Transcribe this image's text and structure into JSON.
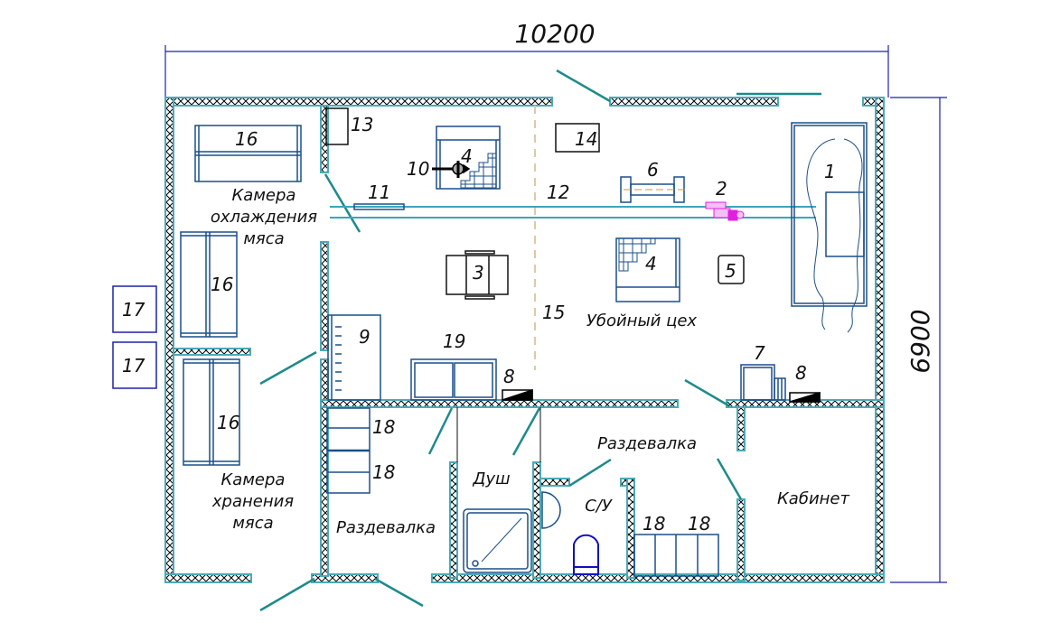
{
  "colors": {
    "wall": "#4aaab8",
    "hatch": "#000000",
    "equipment": "#1b4f8a",
    "door": "#1e8a8a",
    "dimension": "#1c22a8",
    "rail": "#3aa6b9",
    "magenta": "#e020e0",
    "divider": "#e0c8a8"
  },
  "dimensions": {
    "width": "10200",
    "height": "6900"
  },
  "rooms": {
    "cooling_chamber": [
      "Камера",
      "охлаждения",
      "мяса"
    ],
    "storage_chamber": [
      "Камера",
      "хранения",
      "мяса"
    ],
    "slaughter_shop": "Убойный цех",
    "changing_room_left": "Раздевалка",
    "changing_room_right": "Раздевалка",
    "shower": "Душ",
    "toilet": "С/У",
    "office": "Кабинет"
  },
  "equipment_labels": {
    "n1": "1",
    "n2": "2",
    "n3": "3",
    "n4a": "4",
    "n4b": "4",
    "n5": "5",
    "n6": "6",
    "n7": "7",
    "n8a": "8",
    "n8b": "8",
    "n9": "9",
    "n10": "10",
    "n11": "11",
    "n12": "12",
    "n13": "13",
    "n14": "14",
    "n15": "15",
    "n16a": "16",
    "n16b": "16",
    "n16c": "16",
    "n17a": "17",
    "n17b": "17",
    "n18a": "18",
    "n18b": "18",
    "n18c": "18",
    "n18d": "18",
    "n19": "19"
  }
}
